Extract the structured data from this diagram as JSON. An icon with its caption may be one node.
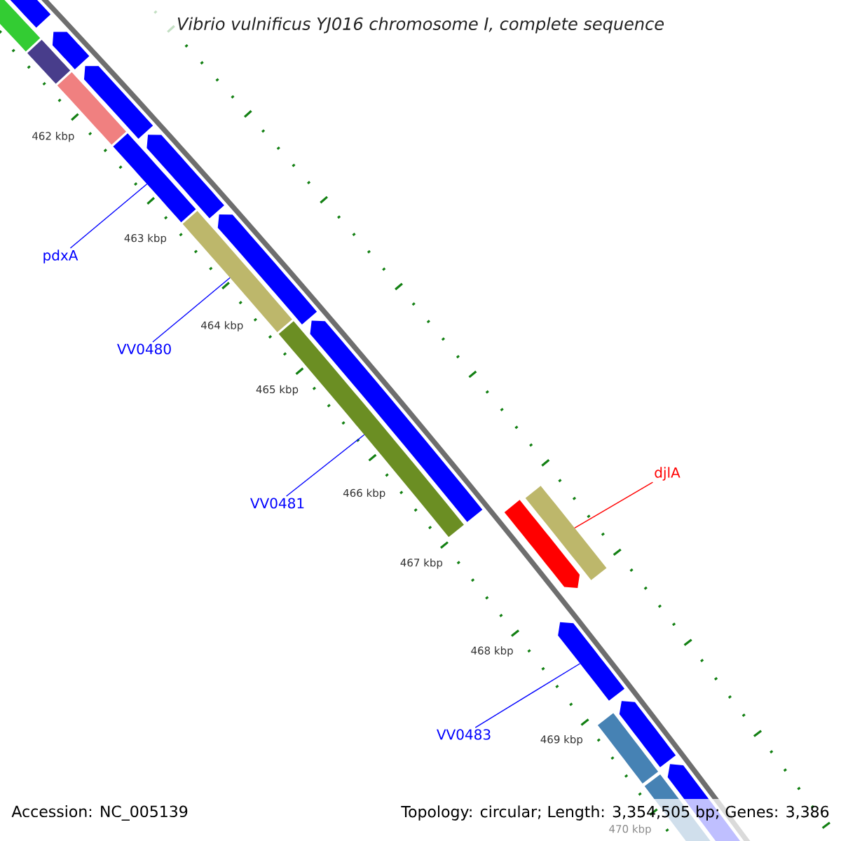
{
  "diagram": {
    "title": "Vibrio vulnificus YJ016 chromosome I, complete sequence",
    "nodes": [
      {
        "text": [],
        "shape": "bar"
      },
      {
        "text": [],
        "shape": "bar"
      },
      {
        "text": [],
        "shape": "bar"
      },
      {
        "text": [],
        "shape": "bar"
      },
      {
        "text": [],
        "shape": "bar"
      },
      {
        "text": [],
        "shape": "bar"
      },
      {
        "text": [
          "pdxA"
        ]
      },
      {
        "text": [],
        "shape": "bar"
      },
      {
        "text": [],
        "shape": "bar"
      },
      {
        "text": [
          "VV0480"
        ]
      },
      {
        "text": [],
        "shape": "bar"
      },
      {
        "text": [],
        "shape": "bar"
      },
      {
        "text": [
          "VV0481"
        ]
      },
      {
        "text": [],
        "shape": "bar"
      },
      {
        "text": [],
        "shape": "bar"
      },
      {
        "text": [],
        "shape": "bar"
      },
      {
        "text": [
          "djlA"
        ]
      },
      {
        "text": [],
        "shape": "bar"
      },
      {
        "text": [
          "VV0483"
        ]
      },
      {
        "text": [],
        "shape": "bar"
      },
      {
        "text": [],
        "shape": "bar"
      },
      {
        "text": [],
        "shape": "bar"
      },
      {
        "text": [],
        "shape": "bar"
      },
      {
        "text": [],
        "shape": "bar"
      }
    ],
    "edges": [
      {
        "from": 6,
        "to": 7,
        "arrow": "none"
      },
      {
        "from": 9,
        "to": 10,
        "arrow": "none"
      },
      {
        "from": 12,
        "to": 13,
        "arrow": "none"
      },
      {
        "from": 16,
        "to": 17,
        "arrow": "none",
        "color": "#ff0000"
      },
      {
        "from": 18,
        "to": 19,
        "arrow": "none"
      }
    ],
    "labels": [
      "462 kbp",
      "463 kbp",
      "464 kbp",
      "465 kbp",
      "466 kbp",
      "467 kbp",
      "468 kbp",
      "469 kbp",
      "470 kbp",
      "Accession: NC_005139",
      "Topology: circular; Length: 3,354,505 bp; Genes: 3,386"
    ]
  }
}
